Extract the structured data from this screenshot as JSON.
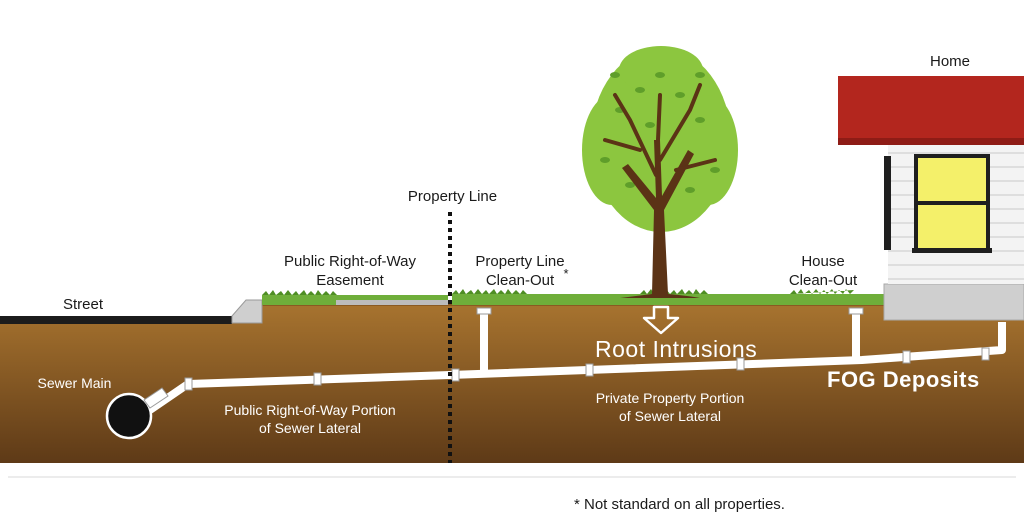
{
  "labels": {
    "home": "Home",
    "street": "Street",
    "property_line": "Property Line",
    "public_easement": [
      "Public Right-of-Way",
      "Easement"
    ],
    "property_line_cleanout": [
      "Property Line",
      "Clean-Out"
    ],
    "asterisk": "*",
    "house_cleanout": [
      "House",
      "Clean-Out"
    ],
    "sewer_main": "Sewer Main",
    "public_portion": [
      "Public Right-of-Way Portion",
      "of Sewer Lateral"
    ],
    "private_portion": [
      "Private Property Portion",
      "of Sewer Lateral"
    ],
    "root_intrusions": "Root Intrusions",
    "fog_deposits": "FOG Deposits"
  },
  "footnote": "* Not standard on all properties.",
  "colors": {
    "soil_top": "#a8742f",
    "soil_bottom": "#5e3a17",
    "grass": "#6fae3a",
    "pipe": "#ffffff",
    "roof": "#b3261e",
    "window": "#f4f06a",
    "foliage": "#8cc63f",
    "trunk": "#5b3316"
  }
}
